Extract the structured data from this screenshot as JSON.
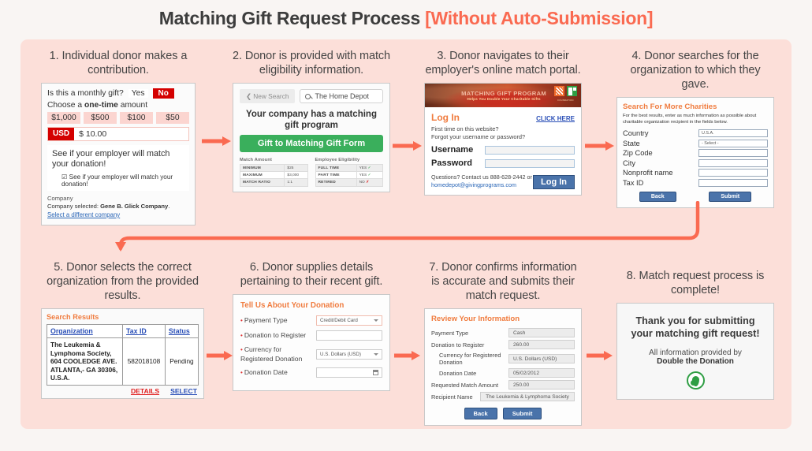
{
  "title": {
    "main": "Matching Gift Request Process ",
    "accent": "[Without Auto-Submission]"
  },
  "colors": {
    "accent": "#fa6a51",
    "panel": "#fcdfd9",
    "page": "#f9f5f3",
    "green": "#3aaf5c",
    "blue": "#4a73aa",
    "orange_head": "#f07c3f",
    "red": "#d40000"
  },
  "steps": [
    {
      "caption": "1. Individual donor makes a contribution.",
      "screen": {
        "monthly_label": "Is this a monthly gift?",
        "yes": "Yes",
        "no": "No",
        "choose_prefix": "Choose a ",
        "choose_bold": "one-time",
        "choose_suffix": " amount",
        "amounts": [
          "$1,000",
          "$500",
          "$100",
          "$50"
        ],
        "currency_tag": "USD",
        "amount_value": "$ 10.00",
        "match_title": "See if your employer will match your donation!",
        "match_checkbox": "See if your employer will match your donation!",
        "company_label": "Company",
        "company_selected_prefix": "Company selected: ",
        "company_selected_name": "Gene B. Glick Company",
        "company_selected_suffix": ".",
        "company_link": "Select a different company"
      }
    },
    {
      "caption": "2. Donor is provided with match eligibility information.",
      "screen": {
        "new_search": "New Search",
        "search_value": "The Home Depot",
        "headline": "Your company has a matching gift program",
        "cta": "Gift to Matching Gift Form",
        "match_amount_title": "Match Amount",
        "match_amount_rows": [
          {
            "k": "MINIMUM",
            "v": "$25"
          },
          {
            "k": "MAXIMUM",
            "v": "$3,000"
          },
          {
            "k": "MATCH RATIO",
            "v": "1:1"
          }
        ],
        "eligibility_title": "Employee Eligibility",
        "eligibility_rows": [
          {
            "k": "FULL TIME",
            "v": "YES",
            "ok": true
          },
          {
            "k": "PART TIME",
            "v": "YES",
            "ok": true
          },
          {
            "k": "RETIRED",
            "v": "NO",
            "ok": false
          }
        ]
      }
    },
    {
      "caption": "3. Donor navigates to their employer's online match portal.",
      "screen": {
        "banner_title": "MATCHING GIFT PROGRAM",
        "banner_sub": "Helps You Double Your Charitable Gifts",
        "banner_logo_caption": "FOUNDATION",
        "login_heading": "Log In",
        "click_here": "CLICK HERE",
        "first_time": "First time on this website?",
        "forgot": "Forgot your username or password?",
        "username_label": "Username",
        "password_label": "Password",
        "questions_line1": "Questions? Contact us 888-628-2442 or",
        "questions_email": "homedepot@givingprograms.com",
        "login_button": "Log In"
      }
    },
    {
      "caption": "4. Donor searches for the organization to which they gave.",
      "screen": {
        "heading": "Search For More Charities",
        "sub": "For the best results, enter as much information as possible about charitable organization recipient in the fields below.",
        "fields": [
          {
            "label": "Country",
            "value": "U.S.A."
          },
          {
            "label": "State",
            "value": "- Select -"
          },
          {
            "label": "Zip Code",
            "value": ""
          },
          {
            "label": "City",
            "value": ""
          },
          {
            "label": "Nonprofit name",
            "value": ""
          },
          {
            "label": "Tax ID",
            "value": ""
          }
        ],
        "back": "Back",
        "submit": "Submit"
      }
    },
    {
      "caption": "5. Donor selects the correct organization from the provided results.",
      "screen": {
        "heading": "Search Results",
        "columns": [
          "Organization",
          "Tax ID",
          "Status"
        ],
        "rows": [
          {
            "organization": "The Leukemia & Lymphoma Society, 604 COOLEDGE AVE. ATLANTA,- GA 30306, U.S.A.",
            "tax_id": "582018108",
            "status": "Pending"
          }
        ],
        "details_link": "DETAILS",
        "select_link": "SELECT"
      }
    },
    {
      "caption": "6. Donor supplies details pertaining to their recent gift.",
      "screen": {
        "heading": "Tell Us About Your Donation",
        "fields": [
          {
            "label": "Payment Type",
            "value": "Credit/Debit Card",
            "type": "select",
            "highlight": true
          },
          {
            "label": "Donation to Register",
            "value": "",
            "type": "input"
          },
          {
            "label": "Currency for Registered Donation",
            "value": "U.S. Dollars (USD)",
            "type": "select"
          },
          {
            "label": "Donation Date",
            "value": "",
            "type": "date"
          }
        ]
      }
    },
    {
      "caption": "7. Donor confirms information is accurate and submits their match request.",
      "screen": {
        "heading": "Review Your Information",
        "rows": [
          {
            "label": "Payment Type",
            "value": "Cash",
            "indent": false
          },
          {
            "label": "Donation to Register",
            "value": "260.00",
            "indent": false
          },
          {
            "label": "Currency for Registered Donation",
            "value": "U.S. Dollars (USD)",
            "indent": true
          },
          {
            "label": "Donation Date",
            "value": "05/02/2012",
            "indent": true
          },
          {
            "label": "Requested Match Amount",
            "value": "250.00",
            "indent": false
          },
          {
            "label": "Recipient Name",
            "value": "The Leukemia & Lymphoma Society",
            "indent": false,
            "wide": true
          }
        ],
        "back": "Back",
        "submit": "Submit"
      }
    },
    {
      "caption": "8. Match request process is complete!",
      "screen": {
        "thank_you": "Thank you for submitting your matching gift request!",
        "provided_by": "All information provided by",
        "brand": "Double the Donation"
      }
    }
  ]
}
